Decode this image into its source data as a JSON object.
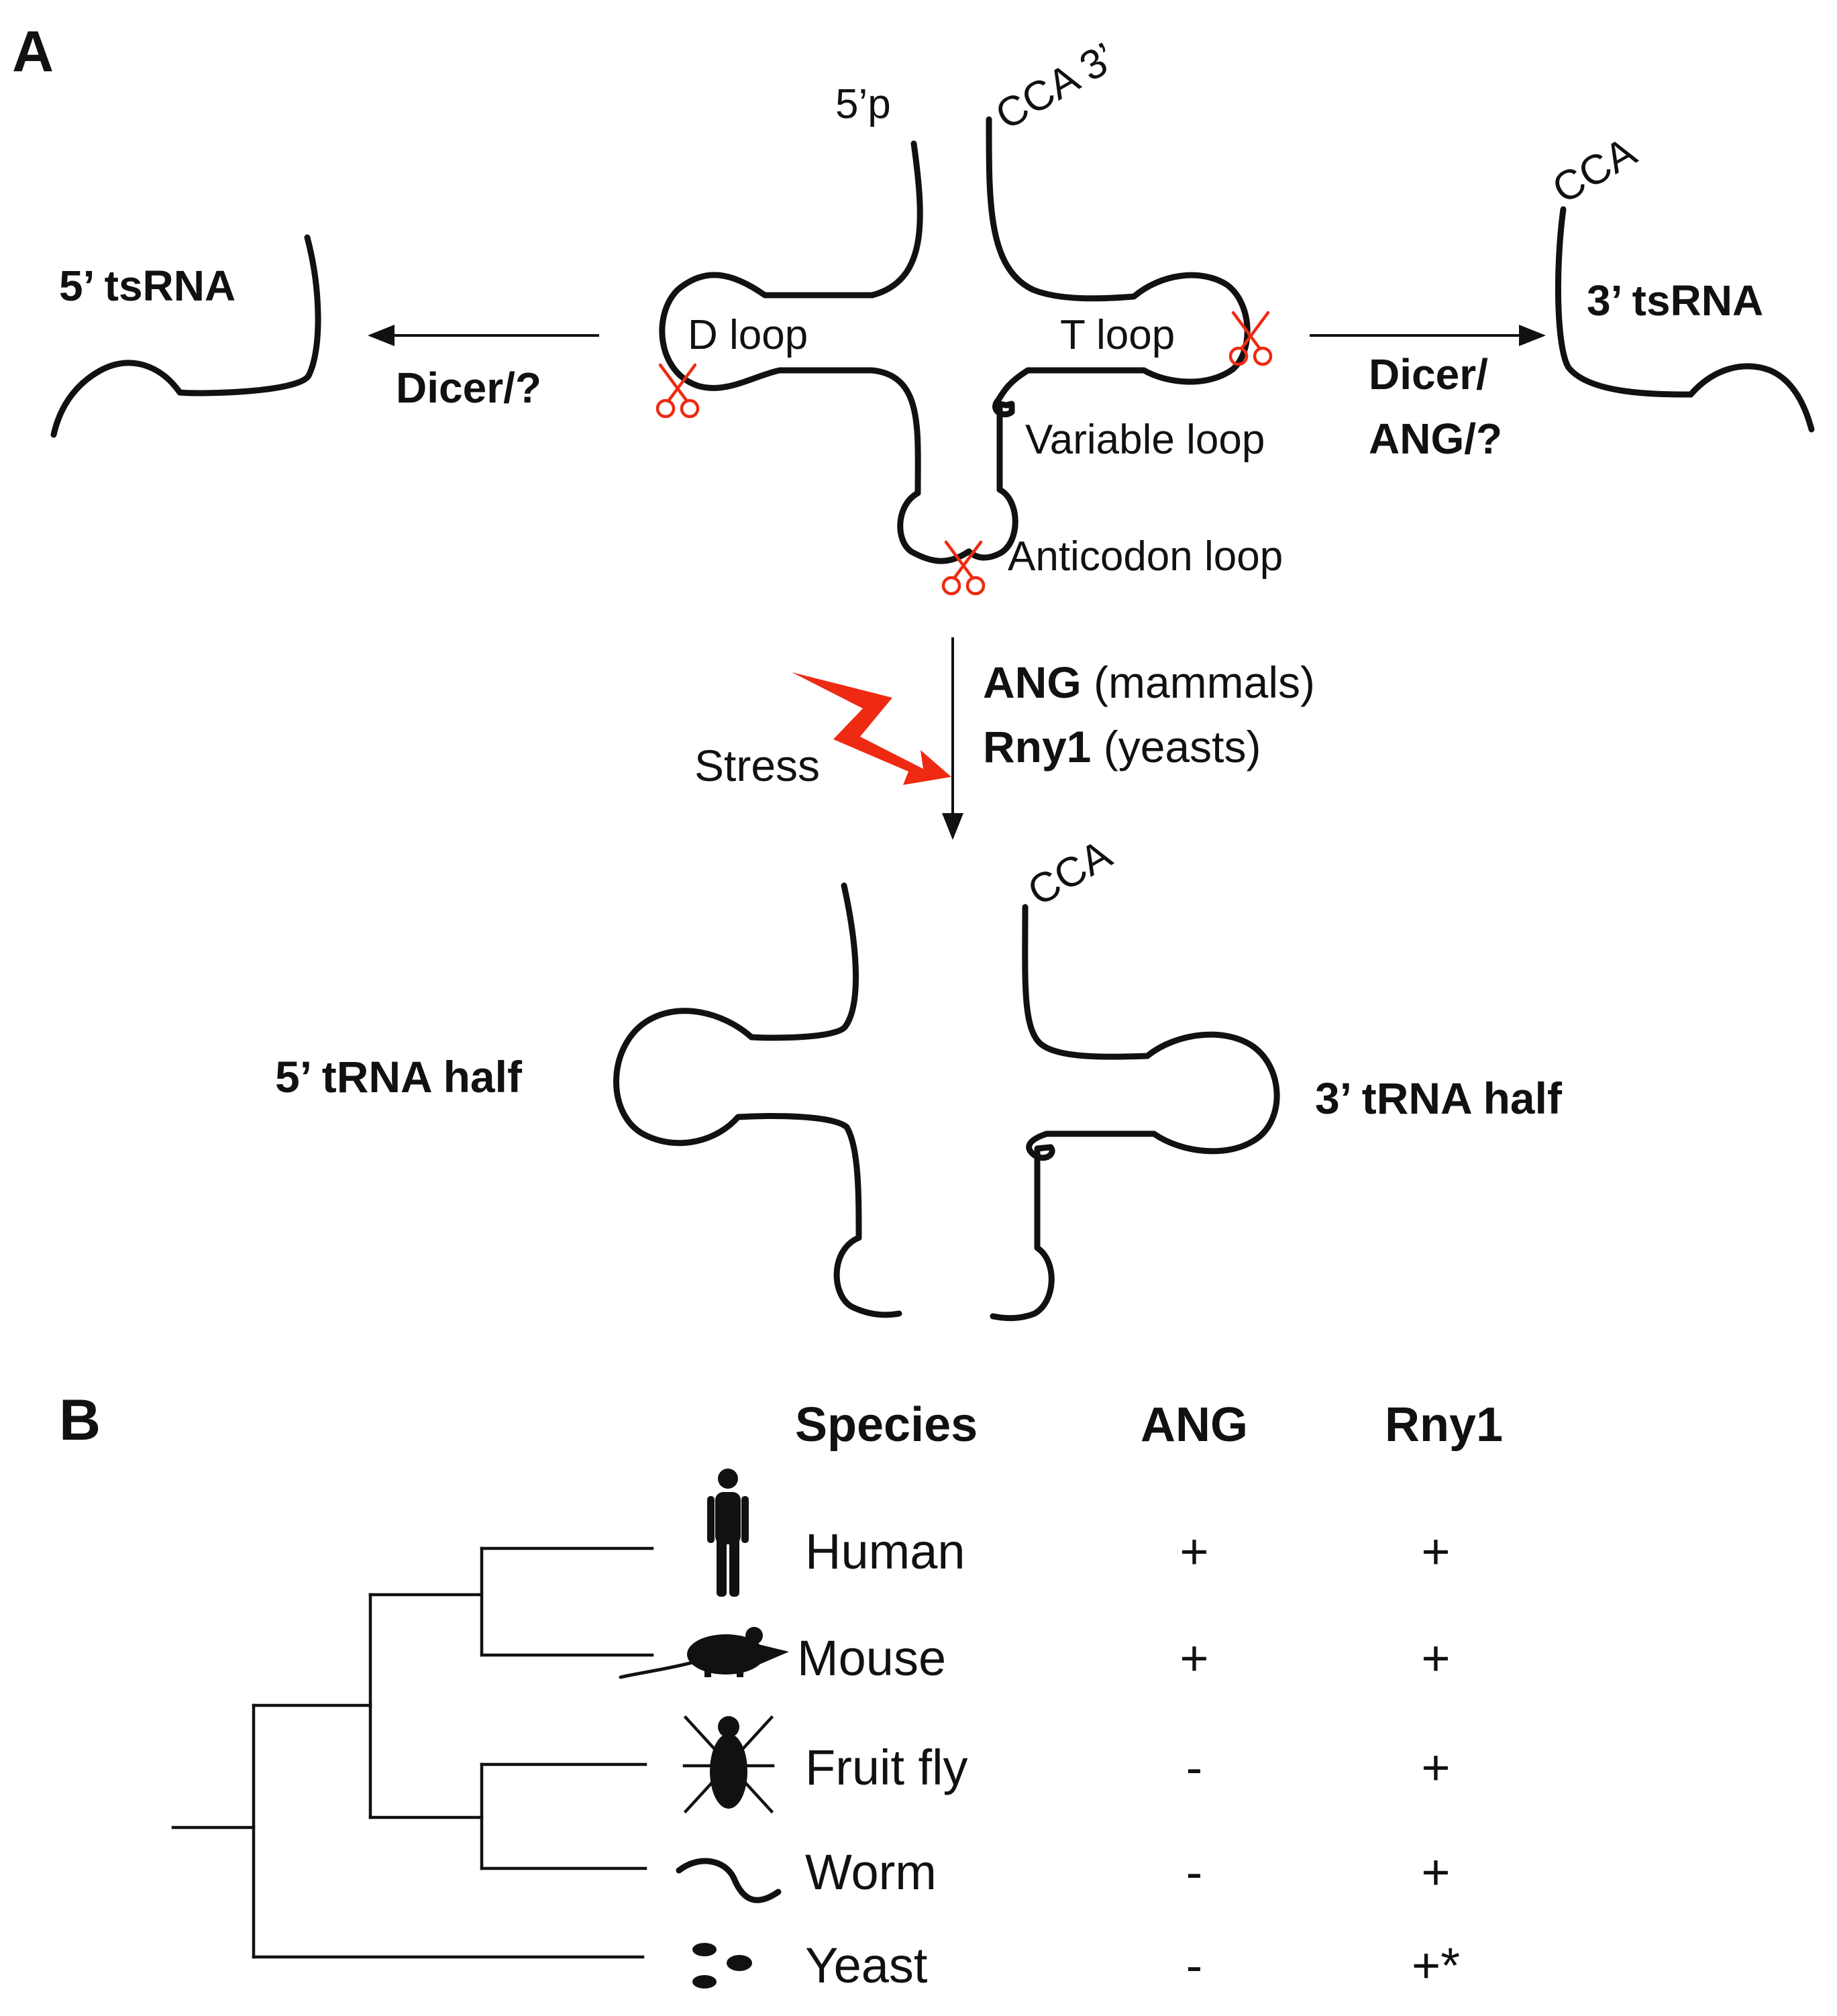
{
  "panel_a": {
    "label": "A",
    "ends": {
      "five_p": "5’p",
      "cca_3": "CCA 3’"
    },
    "loops": {
      "d": "D loop",
      "t": "T loop",
      "variable": "Variable loop",
      "anticodon": "Anticodon loop"
    },
    "left_product": {
      "label": "5’ tsRNA",
      "enzyme": "Dicer/?"
    },
    "right_product": {
      "cca": "CCA",
      "label": "3’ tsRNA",
      "enzyme_line1": "Dicer/",
      "enzyme_line2": "ANG/?"
    },
    "stress": {
      "label": "Stress",
      "enzyme1": "ANG",
      "organism1": " (mammals)",
      "enzyme2": "Rny1",
      "organism2": " (yeasts)"
    },
    "halves": {
      "five": "5’ tRNA half",
      "three": "3’ tRNA half",
      "cca": "CCA"
    },
    "colors": {
      "scissors": "#ee2a12",
      "stress_bolt": "#ee2a12",
      "lines": "#111111"
    }
  },
  "panel_b": {
    "label": "B",
    "headers": {
      "species": "Species",
      "ang": "ANG",
      "rny1": "Rny1"
    },
    "rows": [
      {
        "icon": "human-icon",
        "species": "Human",
        "ang": "+",
        "rny1": "+"
      },
      {
        "icon": "mouse-icon",
        "species": "Mouse",
        "ang": "+",
        "rny1": "+"
      },
      {
        "icon": "fruit-fly-icon",
        "species": "Fruit fly",
        "ang": "-",
        "rny1": "+"
      },
      {
        "icon": "worm-icon",
        "species": "Worm",
        "ang": "-",
        "rny1": "+"
      },
      {
        "icon": "yeast-icon",
        "species": "Yeast",
        "ang": "-",
        "rny1": "+*"
      }
    ]
  }
}
